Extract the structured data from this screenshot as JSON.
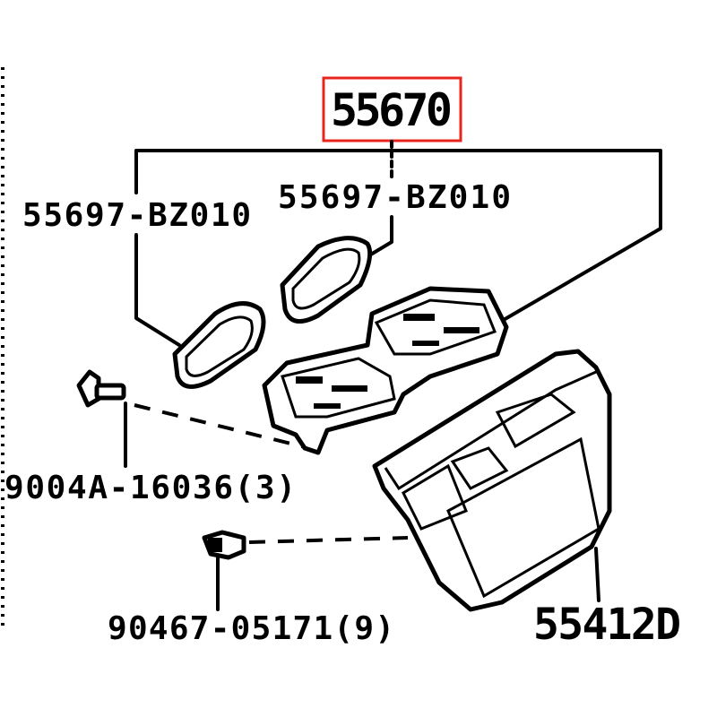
{
  "diagram": {
    "main_part": {
      "number": "55670",
      "highlight_color": "#e8251c"
    },
    "labels": {
      "gasket_left": "55697-BZ010",
      "gasket_right": "55697-BZ010",
      "screw": "9004A-16036(3)",
      "clip": "90467-05171(9)",
      "panel": "55412D"
    }
  }
}
